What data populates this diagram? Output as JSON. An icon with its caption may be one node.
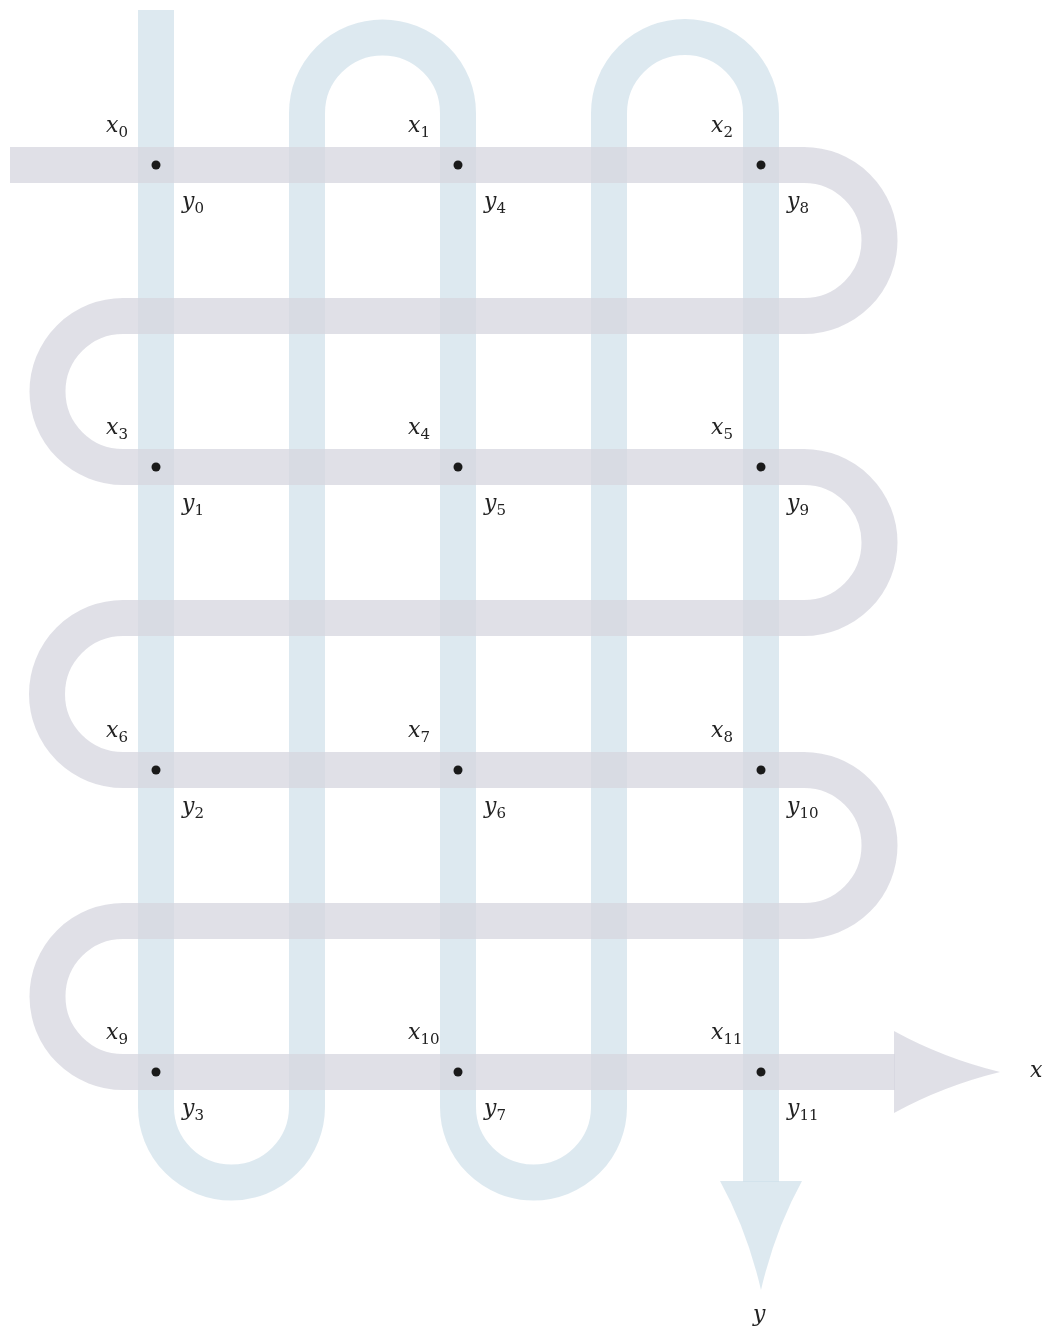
{
  "diagram": {
    "labels": [
      "x$_{0}$",
      "x$_{1}$",
      "x$_{2}$",
      "y$_{0}$",
      "y$_{4}$",
      "y$_{8}$",
      "x$_{3}$",
      "x$_{4}$",
      "x$_{5}$",
      "y$_{1}$",
      "y$_{5}$",
      "y$_{9}$",
      "x$_{6}$",
      "x$_{7}$",
      "x$_{8}$",
      "y$_{2}$",
      "y$_{6}$",
      "y$_{10}$",
      "x$_{9}$",
      "x$_{10}$",
      "x$_{11}$",
      "y$_{3}$",
      "y$_{7}$",
      "y$_{11}$",
      "x",
      "y"
    ]
  }
}
